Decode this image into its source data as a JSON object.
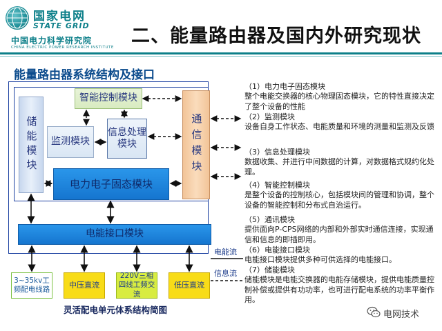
{
  "header": {
    "org_cn": "国家电网",
    "org_en": "STATE GRID",
    "institute_cn": "中国电力科学研究院",
    "institute_en": "CHINA ELECTRIC POWER RESEARCH INSTITUTE",
    "slide_title": "二、能量路由器及国内外研究现状"
  },
  "diagram": {
    "section_title": "能量路由器系统结构及接口",
    "modules": {
      "storage": "储能模块",
      "smart_control": "智能控制模块",
      "monitor": "监测模块",
      "info_processing": "信息处理模块",
      "power_electronics": "电力电子固态模块",
      "communication": "通信模块",
      "power_interface": "电能接口模块"
    },
    "outputs": {
      "distribution_line": "3~35kv工频配电线路",
      "mv_dc": "中压直流",
      "lv_ac": "220V三相四线工频交流",
      "lv_dc": "低压直流"
    },
    "legend": {
      "power_flow": "电能流",
      "info_flow": "信息流"
    },
    "caption": "灵活配电单元体系结构简图"
  },
  "descriptions": [
    {
      "heading": "（1）电力电子固态模块",
      "body": "整个电能交换器的核心物理固态模块，它的特性直接决定了整个设备的性能"
    },
    {
      "heading": "（2）监测模块",
      "body": "设备自身工作状态、电能质量和环境的测量和监测及反馈"
    },
    {
      "heading": "（3）信息处理模块",
      "body": "数据收集、并进行中间数据的计算，对数据格式规约化处理。"
    },
    {
      "heading": "（4）智能控制模块",
      "body": "是整个设备的控制核心，包括模块间的管理和协调，整个设备的智能控制和分布式自治运行。"
    },
    {
      "heading": "（5）通讯模块",
      "body": "提供面向P-CPS网络的内部和外部实时通信连接，实现通信和信息的即插即用。"
    },
    {
      "heading": "（6）电能接口模块",
      "body": "电能接口模块提供多种可供选择的电能接口。"
    },
    {
      "heading": "（7）储能模块",
      "body": "储能模块是电能交换器的电能存储模块，提供电能质量控制补偿或提供有功功率，也可进行配电系统的功率平衡作用。"
    }
  ],
  "watermark": {
    "icon": "wechat-icon",
    "text": "电网技术"
  },
  "colors": {
    "brand_teal": "#0c7f89",
    "module_blue": "#1f86de",
    "frame_blue": "#1a3fa0"
  }
}
